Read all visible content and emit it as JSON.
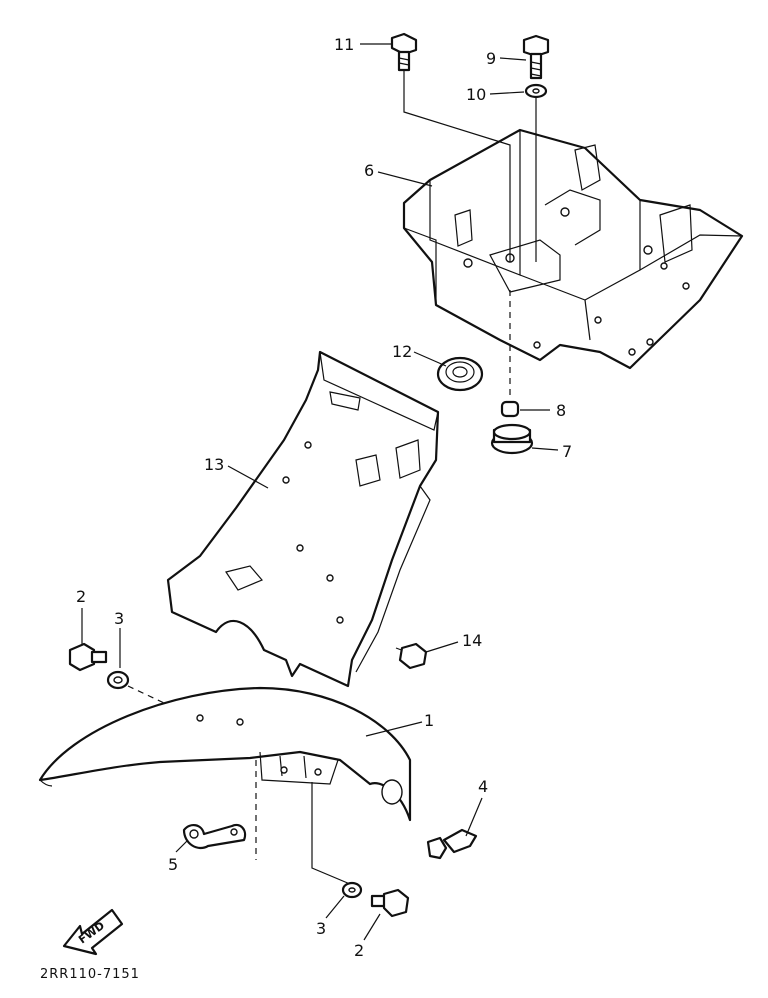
{
  "callouts": [
    {
      "id": "c11",
      "text": "11"
    },
    {
      "id": "c9",
      "text": "9"
    },
    {
      "id": "c10",
      "text": "10"
    },
    {
      "id": "c6",
      "text": "6"
    },
    {
      "id": "c12",
      "text": "12"
    },
    {
      "id": "c8",
      "text": "8"
    },
    {
      "id": "c7",
      "text": "7"
    },
    {
      "id": "c13",
      "text": "13"
    },
    {
      "id": "c2a",
      "text": "2"
    },
    {
      "id": "c3a",
      "text": "3"
    },
    {
      "id": "c14",
      "text": "14"
    },
    {
      "id": "c1",
      "text": "1"
    },
    {
      "id": "c4",
      "text": "4"
    },
    {
      "id": "c5",
      "text": "5"
    },
    {
      "id": "c3b",
      "text": "3"
    },
    {
      "id": "c2b",
      "text": "2"
    }
  ],
  "fwd_label": "FWD",
  "diagram_code": "2RR110-7151"
}
